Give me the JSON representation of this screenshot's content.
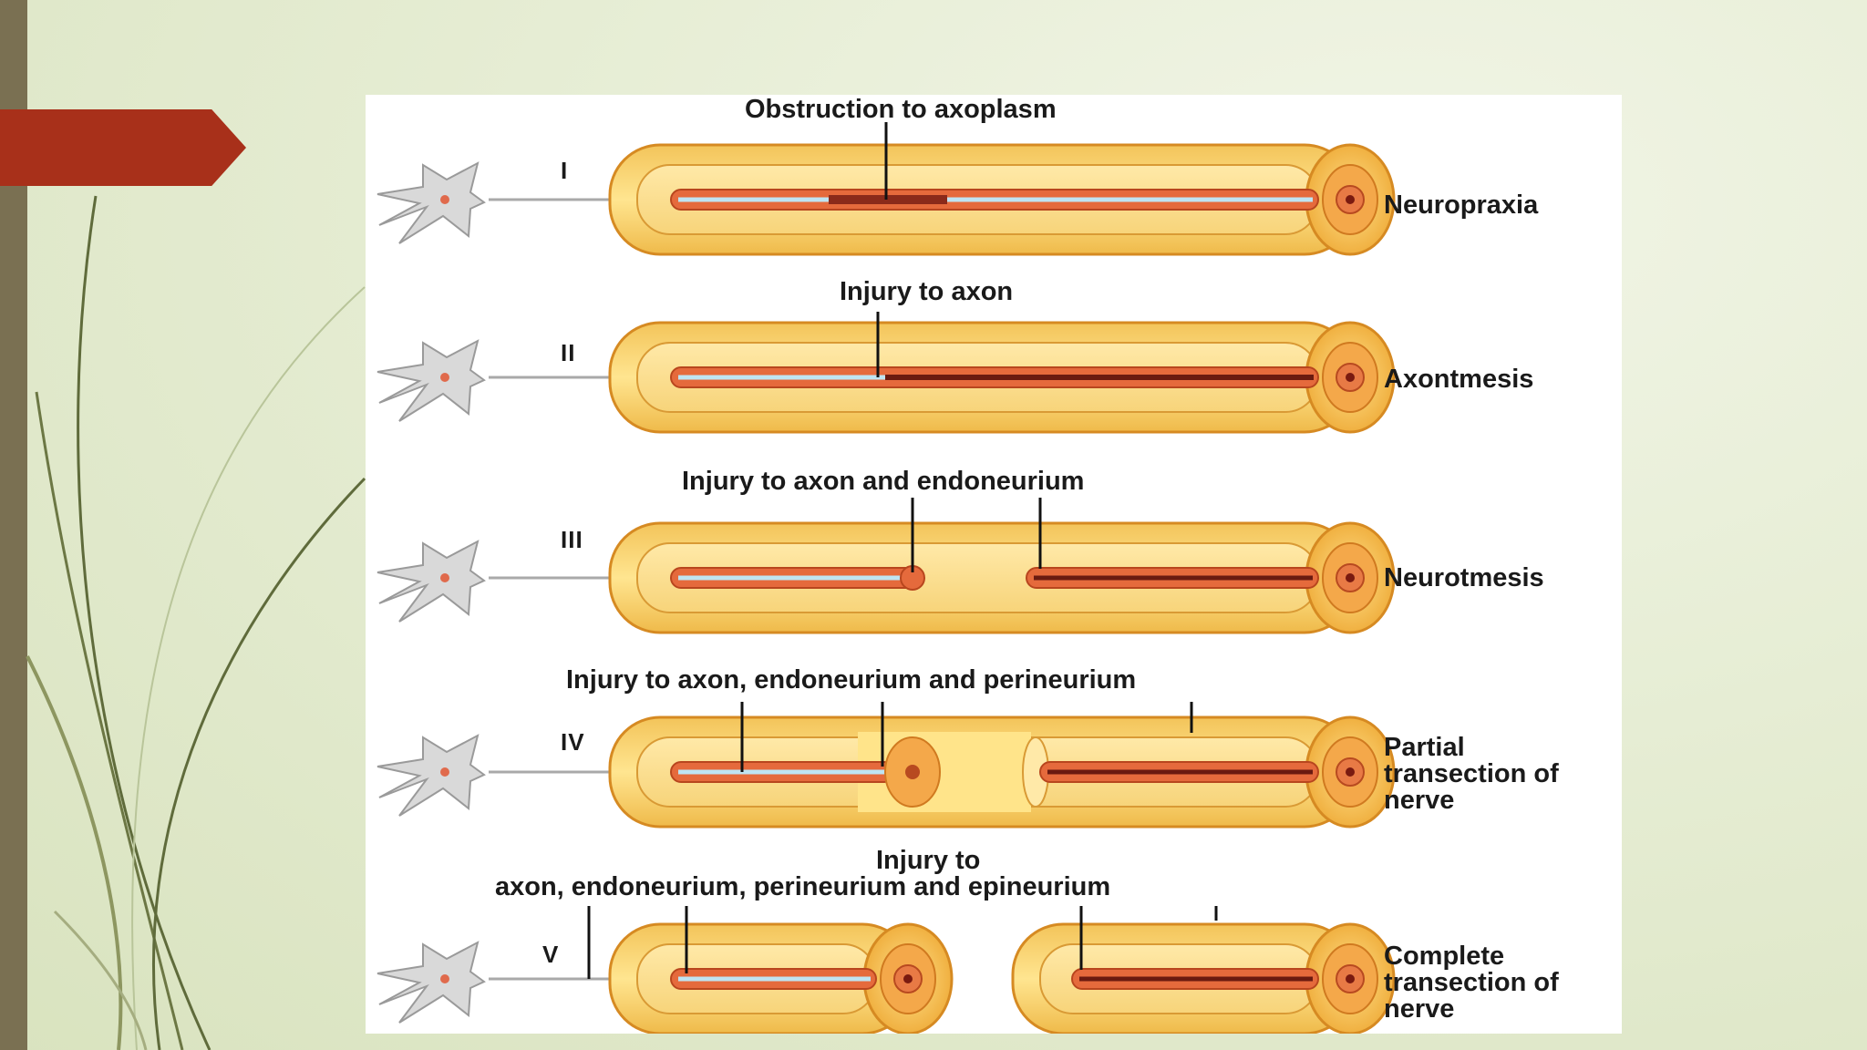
{
  "slide": {
    "accent_color": "#a8301a",
    "strip_color": "#7a7052",
    "background": "#e3ebcd"
  },
  "figure": {
    "rows": [
      {
        "numeral": "I",
        "header": "Obstruction to axoplasm",
        "label": "Neuropraxia"
      },
      {
        "numeral": "II",
        "header": "Injury to axon",
        "label": "Axontmesis"
      },
      {
        "numeral": "III",
        "header": "Injury to axon and endoneurium",
        "label": "Neurotmesis"
      },
      {
        "numeral": "IV",
        "header": "Injury to axon, endoneurium and perineurium",
        "label": "Partial transection of nerve"
      },
      {
        "numeral": "V",
        "header_line1": "Injury to",
        "header_line2": "axon, endoneurium, perineurium and epineurium",
        "label": "Complete transection of nerve"
      }
    ]
  }
}
